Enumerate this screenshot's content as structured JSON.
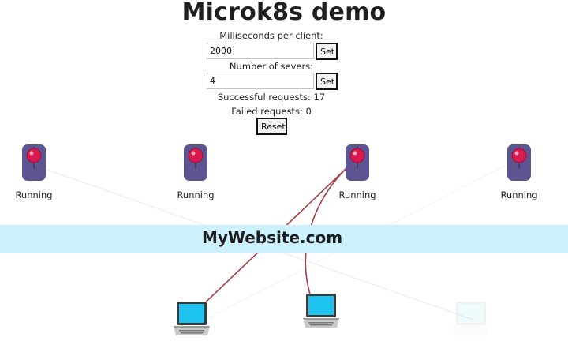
{
  "title": "Microk8s demo",
  "controls": {
    "ms_label": "Milliseconds per client:",
    "ms_value": "2000",
    "servers_label": "Number of severs:",
    "servers_value": "4",
    "set_label": "Set",
    "reset_label": "Reset"
  },
  "stats": {
    "successful": "Successful requests: 17",
    "failed": "Failed requests: 0"
  },
  "servers": [
    {
      "status": "Running",
      "icon": "server-pod-icon"
    },
    {
      "status": "Running",
      "icon": "server-pod-icon"
    },
    {
      "status": "Running",
      "icon": "server-pod-icon"
    },
    {
      "status": "Running",
      "icon": "server-pod-icon"
    }
  ],
  "website": {
    "name": "MyWebsite.com"
  },
  "clients": [
    {
      "icon": "laptop-icon"
    },
    {
      "icon": "laptop-icon"
    },
    {
      "icon": "laptop-icon"
    }
  ],
  "colors": {
    "pod_body": "#5d5591",
    "pod_ball": "#d61a4f",
    "banner": "#cdf0fd",
    "connection_active": "#a83e3e",
    "laptop_screen": "#1ec3f0"
  }
}
